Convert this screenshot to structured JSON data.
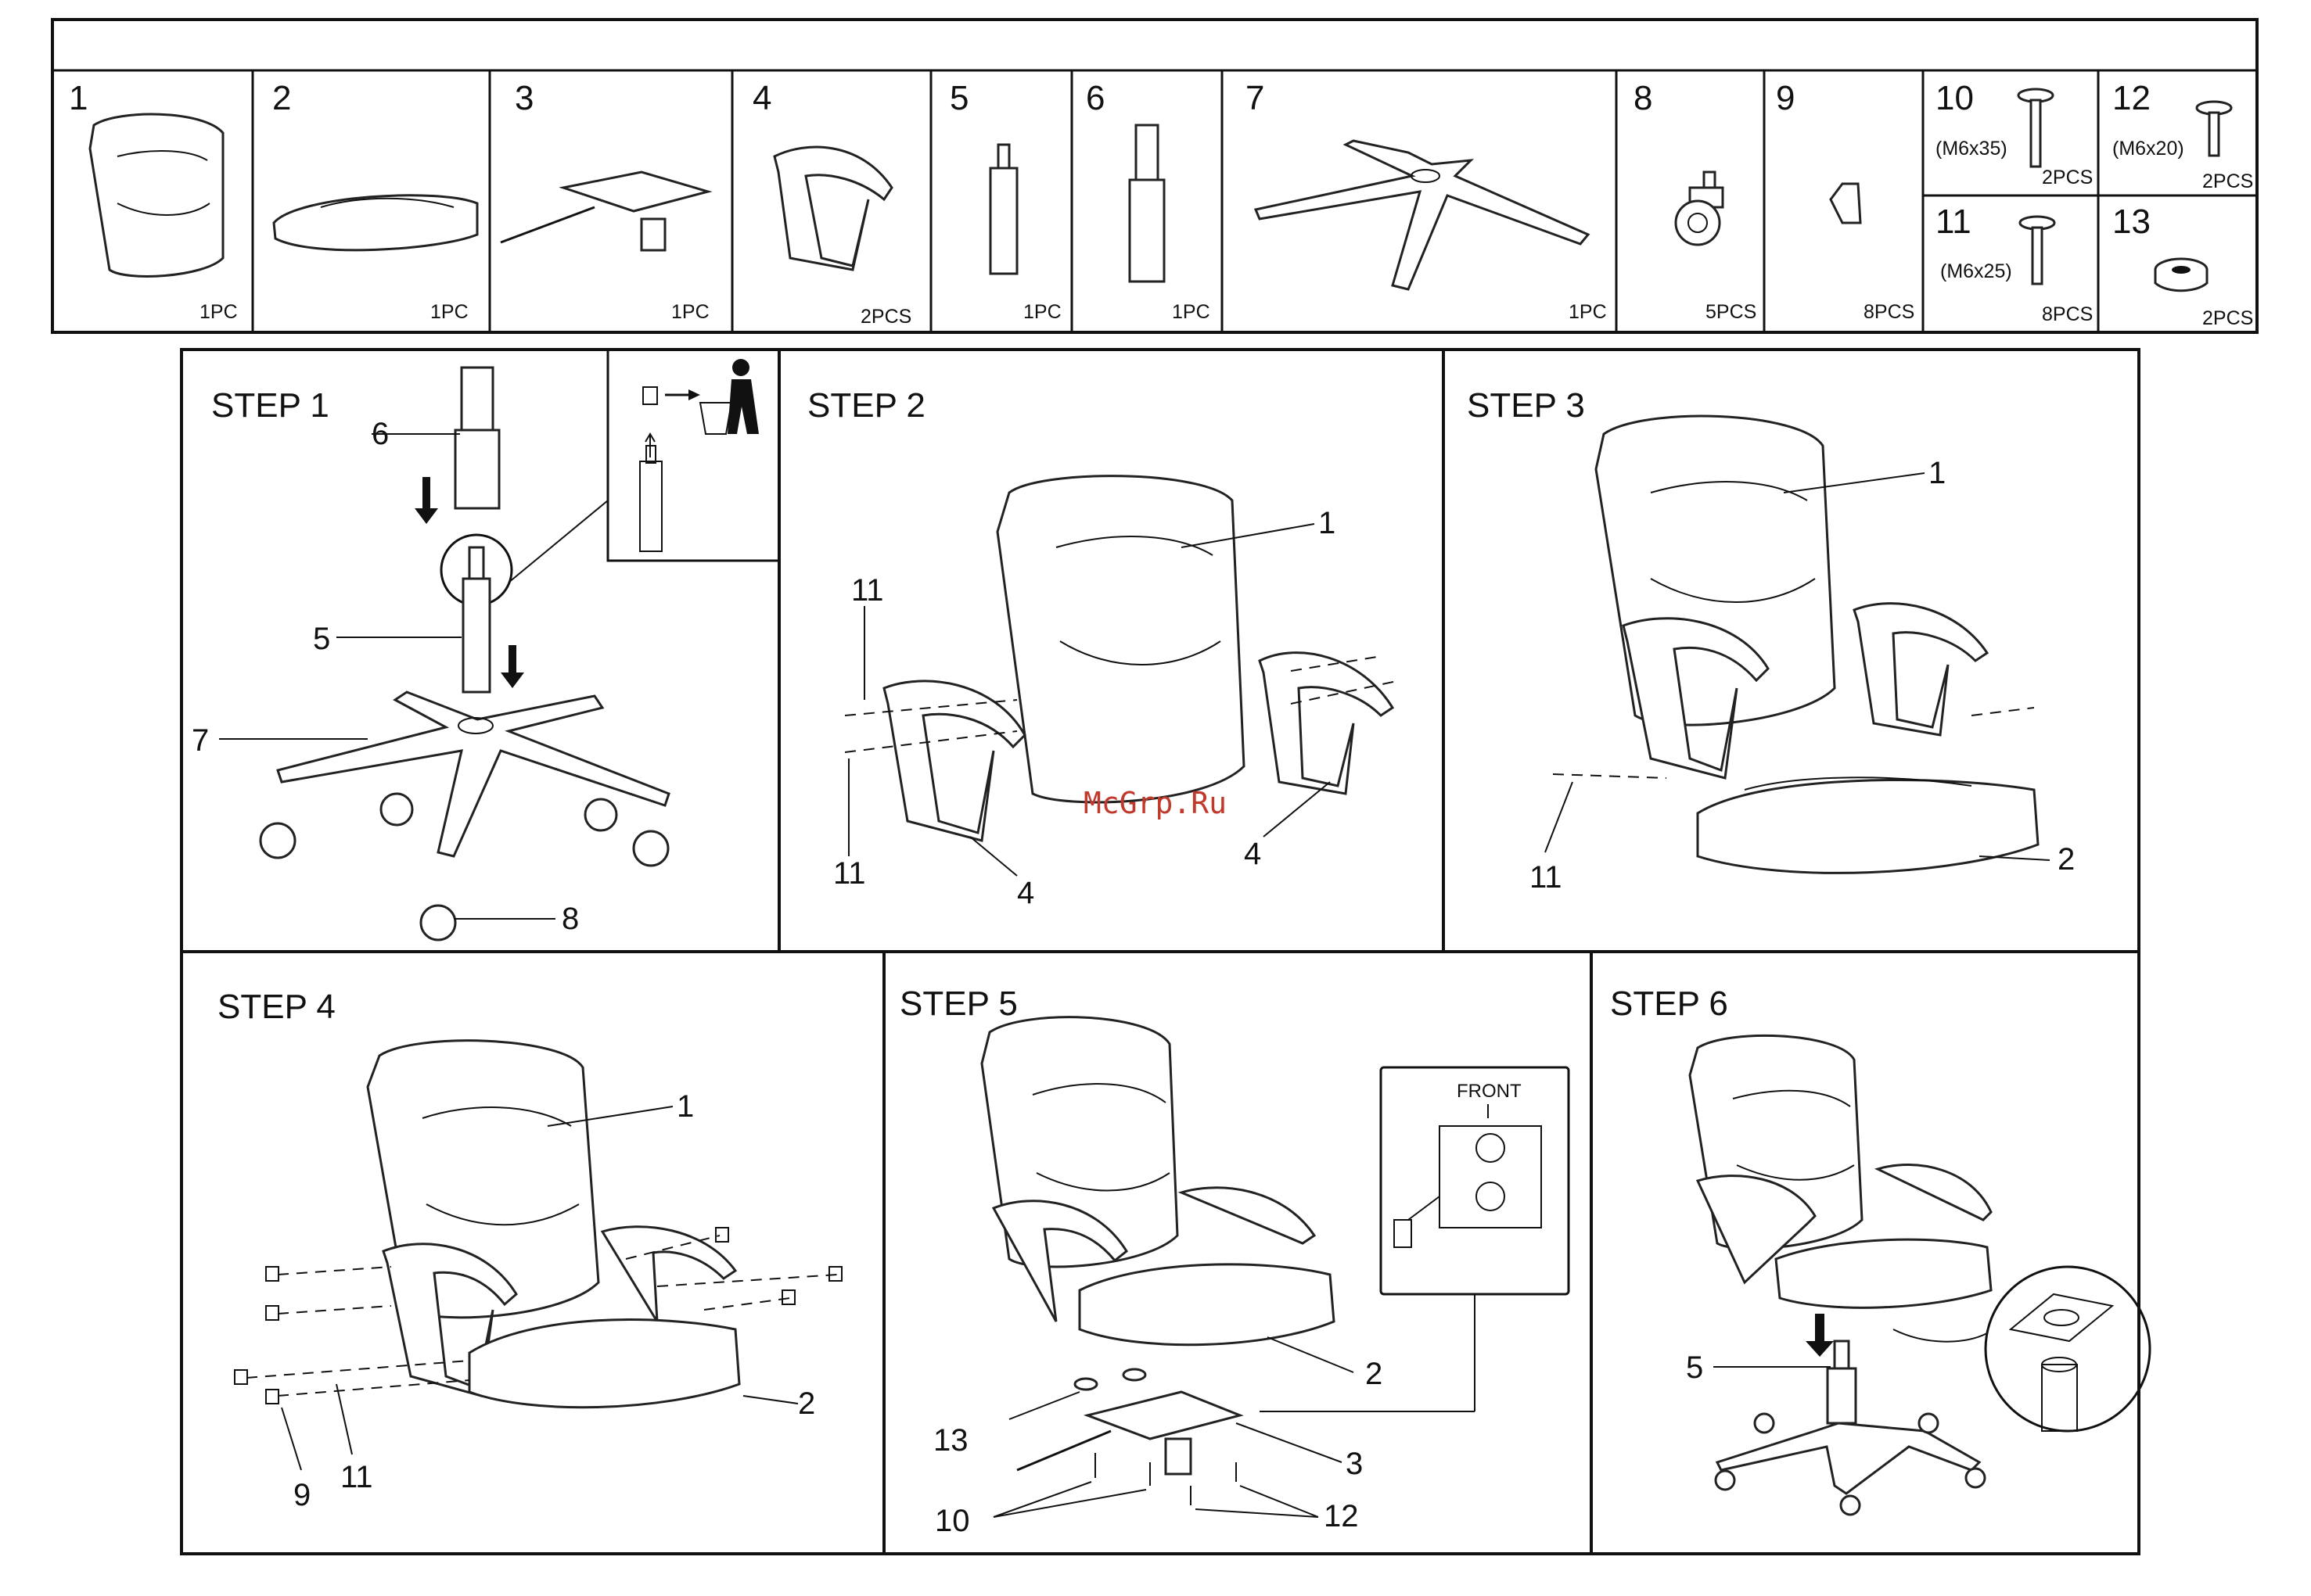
{
  "parts": [
    {
      "num": "1",
      "qty": "1PC"
    },
    {
      "num": "2",
      "qty": "1PC"
    },
    {
      "num": "3",
      "qty": "1PC"
    },
    {
      "num": "4",
      "qty": "2PCS"
    },
    {
      "num": "5",
      "qty": "1PC"
    },
    {
      "num": "6",
      "qty": "1PC"
    },
    {
      "num": "7",
      "qty": "1PC"
    },
    {
      "num": "8",
      "qty": "5PCS"
    },
    {
      "num": "9",
      "qty": "8PCS"
    },
    {
      "num": "10",
      "spec": "(M6x35)",
      "qty": "2PCS"
    },
    {
      "num": "12",
      "spec": "(M6x20)",
      "qty": "2PCS"
    },
    {
      "num": "11",
      "spec": "(M6x25)",
      "qty": "8PCS"
    },
    {
      "num": "13",
      "qty": "2PCS"
    }
  ],
  "steps": [
    {
      "title": "STEP 1",
      "callouts": [
        "6",
        "5",
        "7",
        "8"
      ]
    },
    {
      "title": "STEP 2",
      "callouts": [
        "11",
        "1",
        "11",
        "4",
        "4"
      ]
    },
    {
      "title": "STEP 3",
      "callouts": [
        "1",
        "11",
        "2"
      ]
    },
    {
      "title": "STEP 4",
      "callouts": [
        "1",
        "2",
        "9",
        "11"
      ]
    },
    {
      "title": "STEP 5",
      "callouts": [
        "13",
        "10",
        "3",
        "12",
        "2"
      ],
      "inset_label": "FRONT"
    },
    {
      "title": "STEP 6",
      "callouts": [
        "5"
      ]
    }
  ],
  "watermark": "McGrp.Ru"
}
